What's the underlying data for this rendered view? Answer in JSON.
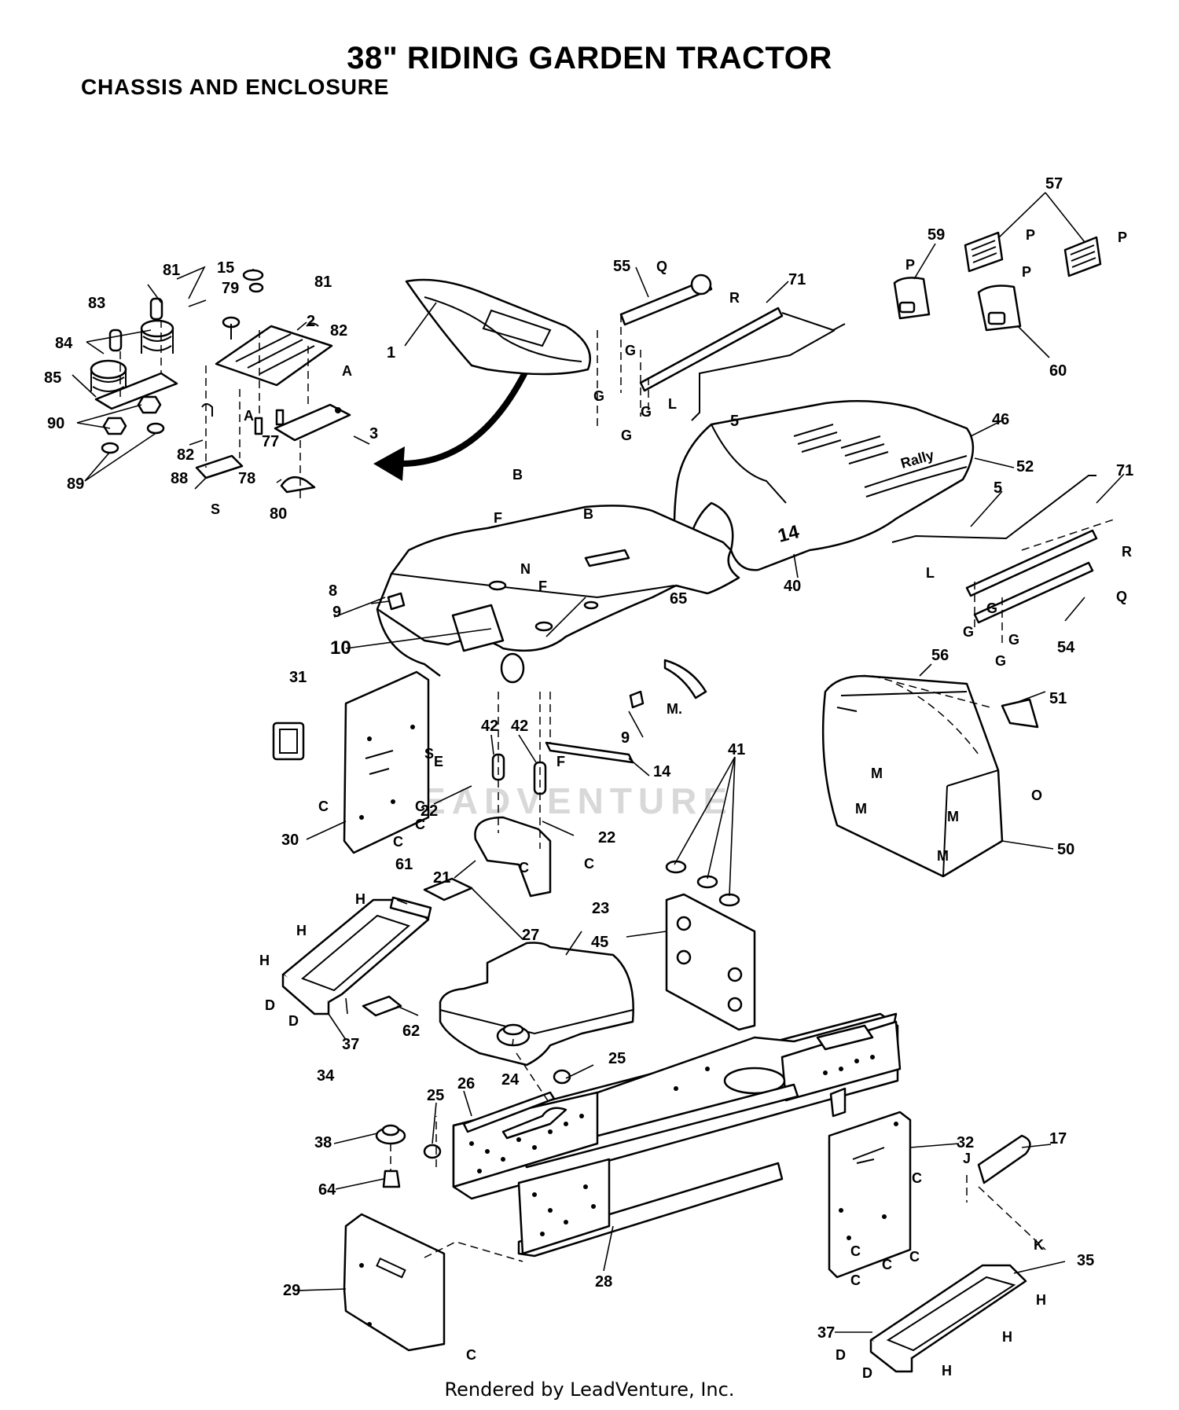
{
  "header": {
    "title": "38\" RIDING GARDEN TRACTOR",
    "subtitle": "CHASSIS AND ENCLOSURE"
  },
  "footer": {
    "credit": "Rendered by LeadVenture, Inc."
  },
  "watermark": {
    "text": "LEADVENTURE"
  },
  "callouts": [
    {
      "id": "c1",
      "label": "1"
    },
    {
      "id": "c2",
      "label": "2"
    },
    {
      "id": "c3",
      "label": "3"
    },
    {
      "id": "c5a",
      "label": "5"
    },
    {
      "id": "c5b",
      "label": "5"
    },
    {
      "id": "c8",
      "label": "8"
    },
    {
      "id": "c9a",
      "label": "9"
    },
    {
      "id": "c9b",
      "label": "9"
    },
    {
      "id": "c10",
      "label": "10"
    },
    {
      "id": "c14",
      "label": "14"
    },
    {
      "id": "c15",
      "label": "15"
    },
    {
      "id": "c17",
      "label": "17"
    },
    {
      "id": "c21",
      "label": "21"
    },
    {
      "id": "c22a",
      "label": "22"
    },
    {
      "id": "c22b",
      "label": "22"
    },
    {
      "id": "c23",
      "label": "23"
    },
    {
      "id": "c24",
      "label": "24"
    },
    {
      "id": "c25a",
      "label": "25"
    },
    {
      "id": "c25b",
      "label": "25"
    },
    {
      "id": "c26",
      "label": "26"
    },
    {
      "id": "c27",
      "label": "27"
    },
    {
      "id": "c28",
      "label": "28"
    },
    {
      "id": "c29",
      "label": "29"
    },
    {
      "id": "c30",
      "label": "30"
    },
    {
      "id": "c31",
      "label": "31"
    },
    {
      "id": "c32",
      "label": "32"
    },
    {
      "id": "c34",
      "label": "34"
    },
    {
      "id": "c35",
      "label": "35"
    },
    {
      "id": "c37a",
      "label": "37"
    },
    {
      "id": "c37b",
      "label": "37"
    },
    {
      "id": "c38",
      "label": "38"
    },
    {
      "id": "c40",
      "label": "40"
    },
    {
      "id": "c41",
      "label": "41"
    },
    {
      "id": "c42a",
      "label": "42"
    },
    {
      "id": "c42b",
      "label": "42"
    },
    {
      "id": "c45",
      "label": "45"
    },
    {
      "id": "c46",
      "label": "46"
    },
    {
      "id": "c50",
      "label": "50"
    },
    {
      "id": "c51",
      "label": "51"
    },
    {
      "id": "c52",
      "label": "52"
    },
    {
      "id": "c54",
      "label": "54"
    },
    {
      "id": "c55",
      "label": "55"
    },
    {
      "id": "c56",
      "label": "56"
    },
    {
      "id": "c57",
      "label": "57"
    },
    {
      "id": "c59",
      "label": "59"
    },
    {
      "id": "c60",
      "label": "60"
    },
    {
      "id": "c61",
      "label": "61"
    },
    {
      "id": "c62",
      "label": "62"
    },
    {
      "id": "c64",
      "label": "64"
    },
    {
      "id": "c65",
      "label": "65"
    },
    {
      "id": "c71a",
      "label": "71"
    },
    {
      "id": "c71b",
      "label": "71"
    },
    {
      "id": "c77",
      "label": "77"
    },
    {
      "id": "c78",
      "label": "78"
    },
    {
      "id": "c79",
      "label": "79"
    },
    {
      "id": "c80",
      "label": "80"
    },
    {
      "id": "c81a",
      "label": "81"
    },
    {
      "id": "c81b",
      "label": "81"
    },
    {
      "id": "c82a",
      "label": "82"
    },
    {
      "id": "c82b",
      "label": "82"
    },
    {
      "id": "c83",
      "label": "83"
    },
    {
      "id": "c84",
      "label": "84"
    },
    {
      "id": "c85",
      "label": "85"
    },
    {
      "id": "c88",
      "label": "88"
    },
    {
      "id": "c89",
      "label": "89"
    },
    {
      "id": "c90",
      "label": "90"
    }
  ],
  "reference_letters": [
    {
      "id": "lA1",
      "label": "A"
    },
    {
      "id": "lA2",
      "label": "A"
    },
    {
      "id": "lB1",
      "label": "B"
    },
    {
      "id": "lB2",
      "label": "B"
    },
    {
      "id": "lC1",
      "label": "C"
    },
    {
      "id": "lC2",
      "label": "C"
    },
    {
      "id": "lC3",
      "label": "C"
    },
    {
      "id": "lC4",
      "label": "C"
    },
    {
      "id": "lC5",
      "label": "C"
    },
    {
      "id": "lC6",
      "label": "C"
    },
    {
      "id": "lC7",
      "label": "C"
    },
    {
      "id": "lC8",
      "label": "C"
    },
    {
      "id": "lC9",
      "label": "C"
    },
    {
      "id": "lC10",
      "label": "C"
    },
    {
      "id": "lC11",
      "label": "C"
    },
    {
      "id": "lC12",
      "label": "C"
    },
    {
      "id": "lD1",
      "label": "D"
    },
    {
      "id": "lD2",
      "label": "D"
    },
    {
      "id": "lD3",
      "label": "D"
    },
    {
      "id": "lD4",
      "label": "D"
    },
    {
      "id": "lE1",
      "label": "E"
    },
    {
      "id": "lF1",
      "label": "F"
    },
    {
      "id": "lF2",
      "label": "F"
    },
    {
      "id": "lF3",
      "label": "F"
    },
    {
      "id": "lG1",
      "label": "G"
    },
    {
      "id": "lG2",
      "label": "G"
    },
    {
      "id": "lG3",
      "label": "G"
    },
    {
      "id": "lG4",
      "label": "G"
    },
    {
      "id": "lG5",
      "label": "G"
    },
    {
      "id": "lG6",
      "label": "G"
    },
    {
      "id": "lG7",
      "label": "G"
    },
    {
      "id": "lG8",
      "label": "G"
    },
    {
      "id": "lH1",
      "label": "H"
    },
    {
      "id": "lH2",
      "label": "H"
    },
    {
      "id": "lH3",
      "label": "H"
    },
    {
      "id": "lH4",
      "label": "H"
    },
    {
      "id": "lH5",
      "label": "H"
    },
    {
      "id": "lH6",
      "label": "H"
    },
    {
      "id": "lJ1",
      "label": "J"
    },
    {
      "id": "lK1",
      "label": "K"
    },
    {
      "id": "lL1",
      "label": "L"
    },
    {
      "id": "lL2",
      "label": "L"
    },
    {
      "id": "lM1",
      "label": "M."
    },
    {
      "id": "lM2",
      "label": "M"
    },
    {
      "id": "lM3",
      "label": "M"
    },
    {
      "id": "lM4",
      "label": "M"
    },
    {
      "id": "lM5",
      "label": "M"
    },
    {
      "id": "lN1",
      "label": "N"
    },
    {
      "id": "lO1",
      "label": "O"
    },
    {
      "id": "lP1",
      "label": "P"
    },
    {
      "id": "lP2",
      "label": "P"
    },
    {
      "id": "lP3",
      "label": "P"
    },
    {
      "id": "lP4",
      "label": "P"
    },
    {
      "id": "lQ1",
      "label": "Q"
    },
    {
      "id": "lQ2",
      "label": "Q"
    },
    {
      "id": "lR1",
      "label": "R"
    },
    {
      "id": "lR2",
      "label": "R"
    },
    {
      "id": "lS1",
      "label": "S"
    },
    {
      "id": "lS2",
      "label": "S"
    }
  ],
  "decal_text": {
    "brand": "Rally",
    "hp": "14"
  }
}
